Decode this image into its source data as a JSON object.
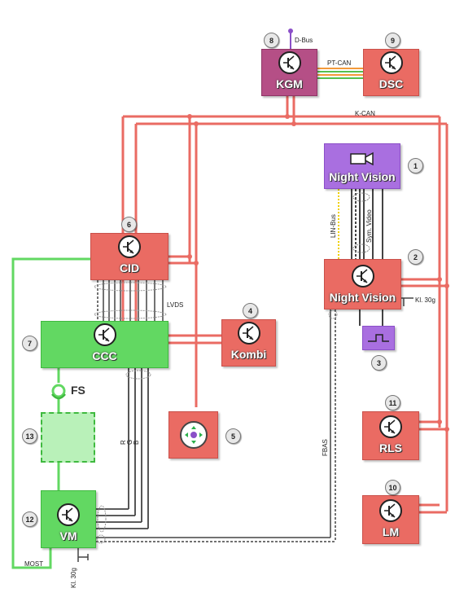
{
  "nodes": [
    {
      "id": "kgm",
      "number": "8",
      "label": "KGM"
    },
    {
      "id": "dsc",
      "number": "9",
      "label": "DSC"
    },
    {
      "id": "nv-camera",
      "number": "1",
      "label": "Night Vision"
    },
    {
      "id": "nv-ecu",
      "number": "2",
      "label": "Night Vision"
    },
    {
      "id": "switch",
      "number": "3",
      "label": ""
    },
    {
      "id": "cid",
      "number": "6",
      "label": "CID"
    },
    {
      "id": "kombi",
      "number": "4",
      "label": "Kombi"
    },
    {
      "id": "ccc",
      "number": "7",
      "label": "CCC"
    },
    {
      "id": "controller",
      "number": "5",
      "label": ""
    },
    {
      "id": "rls",
      "number": "11",
      "label": "RLS"
    },
    {
      "id": "lm",
      "number": "10",
      "label": "LM"
    },
    {
      "id": "unit13",
      "number": "13",
      "label": ""
    },
    {
      "id": "vm",
      "number": "12",
      "label": "VM"
    }
  ],
  "labels": {
    "dbus": "D-Bus",
    "ptcan": "PT-CAN",
    "kcan": "K-CAN",
    "linbus": "LIN-Bus",
    "symvideo": "Sym. Video",
    "lvds": "LVDS",
    "kl30g_nv": "Kl. 30g",
    "kl30g_vm": "Kl. 30g",
    "fs": "FS",
    "fbas": "FBAS",
    "most": "MOST",
    "r": "R",
    "g": "G",
    "b": "B"
  },
  "colors": {
    "kcan": "#ea6b63",
    "most": "#62d862",
    "ptcan_1": "#f39a3a",
    "ptcan_2": "#55c04f",
    "linbus": "#f0d000",
    "dbus": "#8b4fc8"
  }
}
